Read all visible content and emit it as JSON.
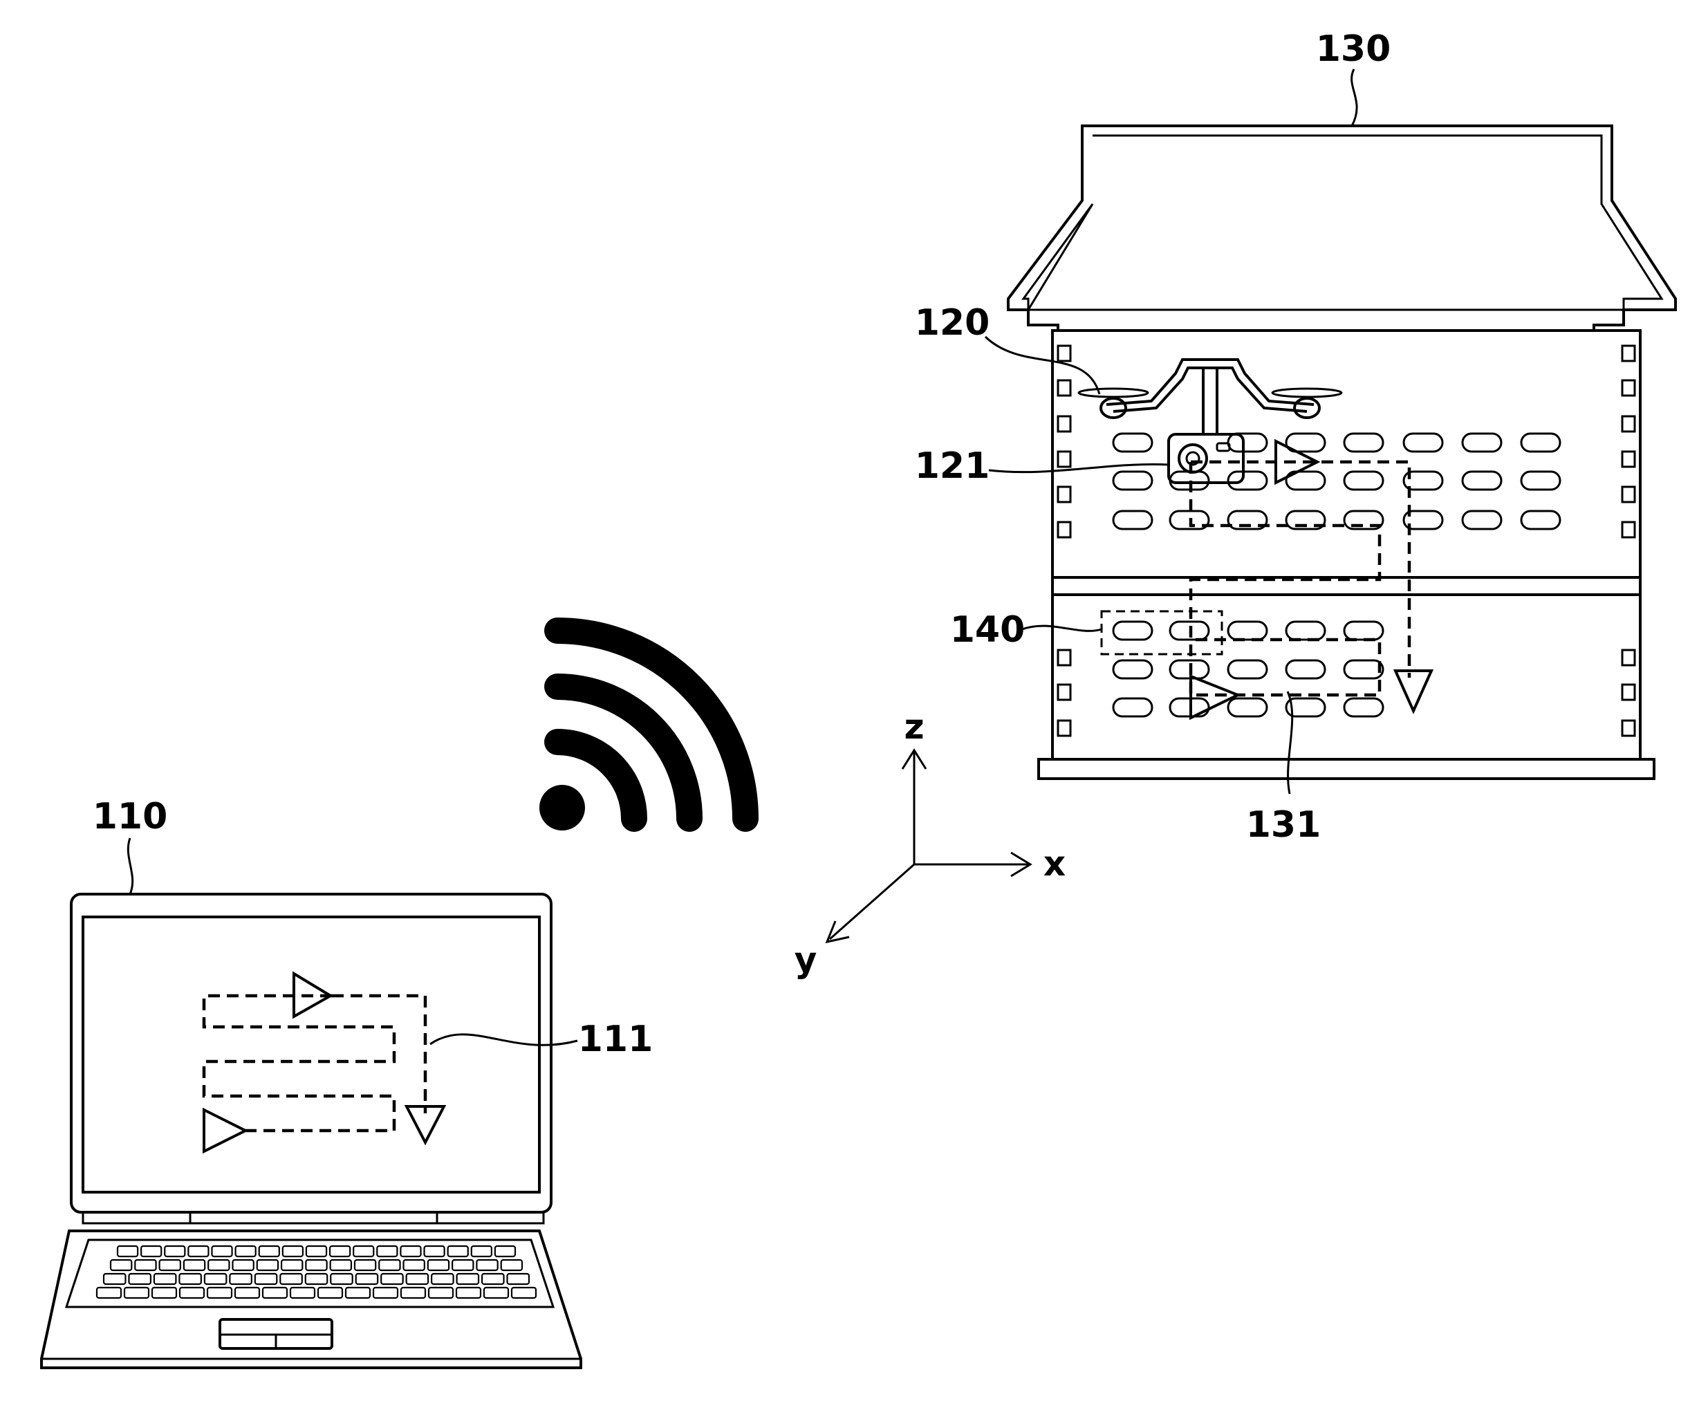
{
  "labels": {
    "laptop": "110",
    "screen_path": "111",
    "drone": "120",
    "camera": "121",
    "hive": "130",
    "hive_path": "131",
    "frame_region": "140"
  },
  "axes": {
    "x": "x",
    "y": "y",
    "z": "z"
  },
  "icons": {
    "wireless": "wifi-signal-icon",
    "laptop": "laptop-icon",
    "drone": "drone-icon",
    "hive": "beehive-icon"
  }
}
